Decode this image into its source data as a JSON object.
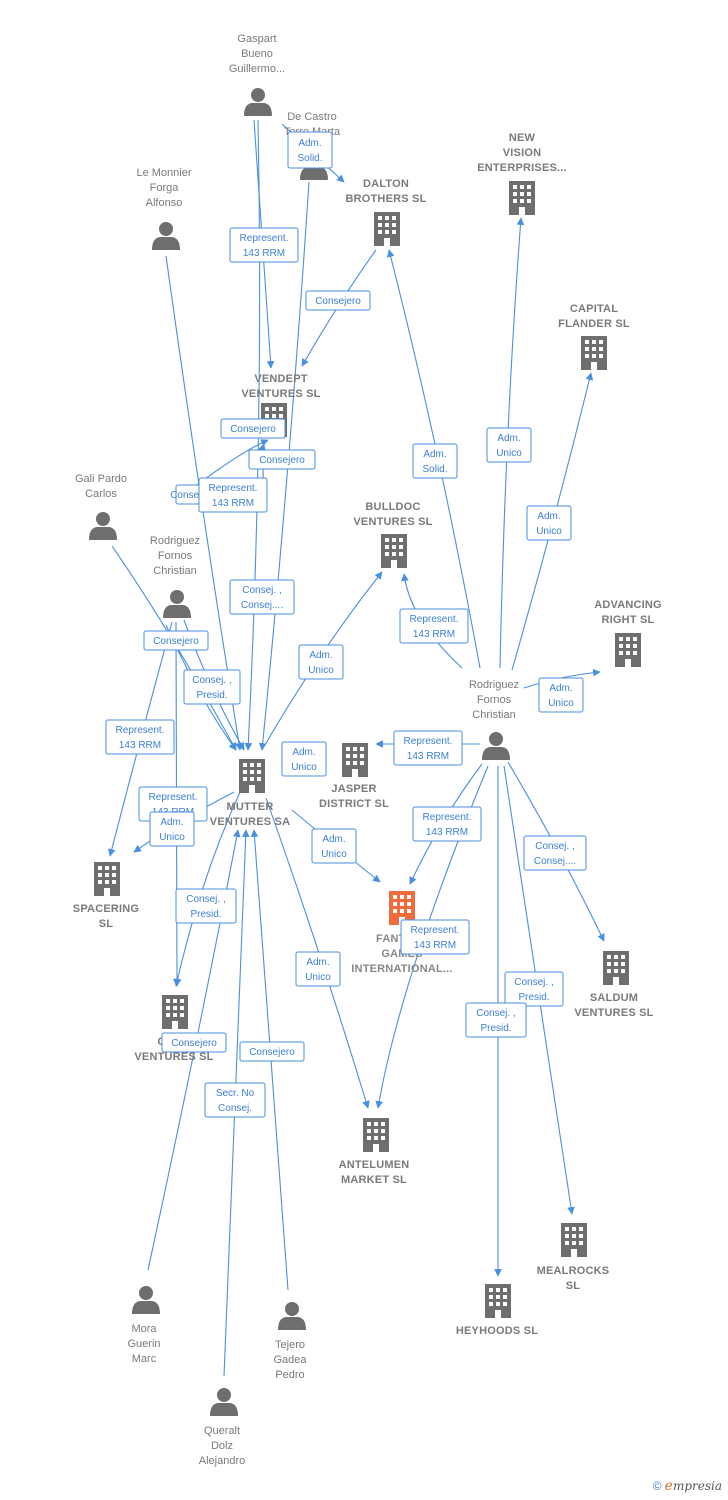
{
  "colors": {
    "edge": "#4a8fe0",
    "node": "#6e6e6e",
    "main_node": "#f26b3a"
  },
  "nodes": [
    {
      "id": "gaspart",
      "type": "person",
      "lines": [
        "Gaspart",
        "Bueno",
        "Guillermo..."
      ]
    },
    {
      "id": "decastro",
      "type": "person",
      "lines": [
        "De Castro",
        "Torre Marta"
      ]
    },
    {
      "id": "lemonnier",
      "type": "person",
      "lines": [
        "Le Monnier",
        "Forga",
        "Alfonso"
      ]
    },
    {
      "id": "galipardo",
      "type": "person",
      "lines": [
        "Gali Pardo",
        "Carlos"
      ]
    },
    {
      "id": "rodriguez1",
      "type": "person",
      "lines": [
        "Rodriguez",
        "Fornos",
        "Christian"
      ]
    },
    {
      "id": "rodriguez2",
      "type": "person",
      "lines": [
        "Rodriguez",
        "Fornos",
        "Christian"
      ]
    },
    {
      "id": "mora",
      "type": "person",
      "lines": [
        "Mora",
        "Guerin",
        "Marc"
      ]
    },
    {
      "id": "tejero",
      "type": "person",
      "lines": [
        "Tejero",
        "Gadea",
        "Pedro"
      ]
    },
    {
      "id": "queralt",
      "type": "person",
      "lines": [
        "Queralt",
        "Dolz",
        "Alejandro"
      ]
    },
    {
      "id": "newvision",
      "type": "company",
      "lines": [
        "NEW",
        "VISION",
        "ENTERPRISES..."
      ]
    },
    {
      "id": "dalton",
      "type": "company",
      "lines": [
        "DALTON",
        "BROTHERS SL"
      ]
    },
    {
      "id": "capital",
      "type": "company",
      "lines": [
        "CAPITAL",
        "FLANDER SL"
      ]
    },
    {
      "id": "vendept",
      "type": "company",
      "lines": [
        "VENDEPT",
        "VENTURES SL"
      ]
    },
    {
      "id": "bulldoc",
      "type": "company",
      "lines": [
        "BULLDOC",
        "VENTURES SL"
      ]
    },
    {
      "id": "advancing",
      "type": "company",
      "lines": [
        "ADVANCING",
        "RIGHT SL"
      ]
    },
    {
      "id": "jasper",
      "type": "company",
      "lines": [
        "JASPER",
        "DISTRICT SL"
      ]
    },
    {
      "id": "mutter",
      "type": "company",
      "lines": [
        "MUTTER",
        "VENTURES SA"
      ]
    },
    {
      "id": "spacering",
      "type": "company",
      "lines": [
        "SPACERING",
        "SL"
      ]
    },
    {
      "id": "fantasy",
      "type": "main",
      "lines": [
        "FANTASY",
        "GAMES",
        "INTERNATIONAL..."
      ]
    },
    {
      "id": "saldum",
      "type": "company",
      "lines": [
        "SALDUM",
        "VENTURES SL"
      ]
    },
    {
      "id": "groe",
      "type": "company",
      "lines": [
        "GROE",
        "VENTURES SL"
      ]
    },
    {
      "id": "antelumen",
      "type": "company",
      "lines": [
        "ANTELUMEN",
        "MARKET SL"
      ]
    },
    {
      "id": "mealrocks",
      "type": "company",
      "lines": [
        "MEALROCKS",
        "SL"
      ]
    },
    {
      "id": "heyhoods",
      "type": "company",
      "lines": [
        "HEYHOODS SL"
      ]
    }
  ],
  "edge_labels": [
    {
      "id": "l1",
      "lines": [
        "Adm.",
        "Solid."
      ]
    },
    {
      "id": "l2",
      "lines": [
        "Represent.",
        "143 RRM"
      ]
    },
    {
      "id": "l3",
      "lines": [
        "Consejero"
      ]
    },
    {
      "id": "l4",
      "lines": [
        "Consejero"
      ]
    },
    {
      "id": "l5",
      "lines": [
        "Consejero"
      ]
    },
    {
      "id": "l6",
      "lines": [
        "Consejero"
      ]
    },
    {
      "id": "l7",
      "lines": [
        "Represent.",
        "143 RRM"
      ]
    },
    {
      "id": "l8",
      "lines": [
        "Adm.",
        "Solid."
      ]
    },
    {
      "id": "l9",
      "lines": [
        "Adm.",
        "Unico"
      ]
    },
    {
      "id": "l10",
      "lines": [
        "Adm.",
        "Unico"
      ]
    },
    {
      "id": "l11",
      "lines": [
        "Consej. ,",
        "Consej...."
      ]
    },
    {
      "id": "l12",
      "lines": [
        "Consejero"
      ]
    },
    {
      "id": "l13",
      "lines": [
        "Consej. ,",
        "Presid."
      ]
    },
    {
      "id": "l14",
      "lines": [
        "Represent.",
        "143 RRM"
      ]
    },
    {
      "id": "l15",
      "lines": [
        "Adm.",
        "Unico"
      ]
    },
    {
      "id": "l16",
      "lines": [
        "Represent.",
        "143 RRM"
      ]
    },
    {
      "id": "l17",
      "lines": [
        "Adm.",
        "Unico"
      ]
    },
    {
      "id": "l18",
      "lines": [
        "Adm.",
        "Unico"
      ]
    },
    {
      "id": "l19",
      "lines": [
        "Represent.",
        "143 RRM"
      ]
    },
    {
      "id": "l20",
      "lines": [
        "Represent.",
        "143 RRM"
      ]
    },
    {
      "id": "l21",
      "lines": [
        "Adm.",
        "Unico"
      ]
    },
    {
      "id": "l22",
      "lines": [
        "Adm.",
        "Unico"
      ]
    },
    {
      "id": "l23",
      "lines": [
        "Represent.",
        "143 RRM"
      ]
    },
    {
      "id": "l24",
      "lines": [
        "Consej. ,",
        "Consej...."
      ]
    },
    {
      "id": "l25",
      "lines": [
        "Consej. ,",
        "Presid."
      ]
    },
    {
      "id": "l26",
      "lines": [
        "Represent.",
        "143 RRM"
      ]
    },
    {
      "id": "l27",
      "lines": [
        "Adm.",
        "Unico"
      ]
    },
    {
      "id": "l28",
      "lines": [
        "Consej. ,",
        "Presid."
      ]
    },
    {
      "id": "l29",
      "lines": [
        "Consej. ,",
        "Presid."
      ]
    },
    {
      "id": "l30",
      "lines": [
        "Consejero"
      ]
    },
    {
      "id": "l31",
      "lines": [
        "Consejero"
      ]
    },
    {
      "id": "l32",
      "lines": [
        "Secr.  No",
        "Consej."
      ]
    }
  ],
  "footer": {
    "copyright": "©",
    "brand_initial": "e",
    "brand_rest": "mpresia"
  }
}
